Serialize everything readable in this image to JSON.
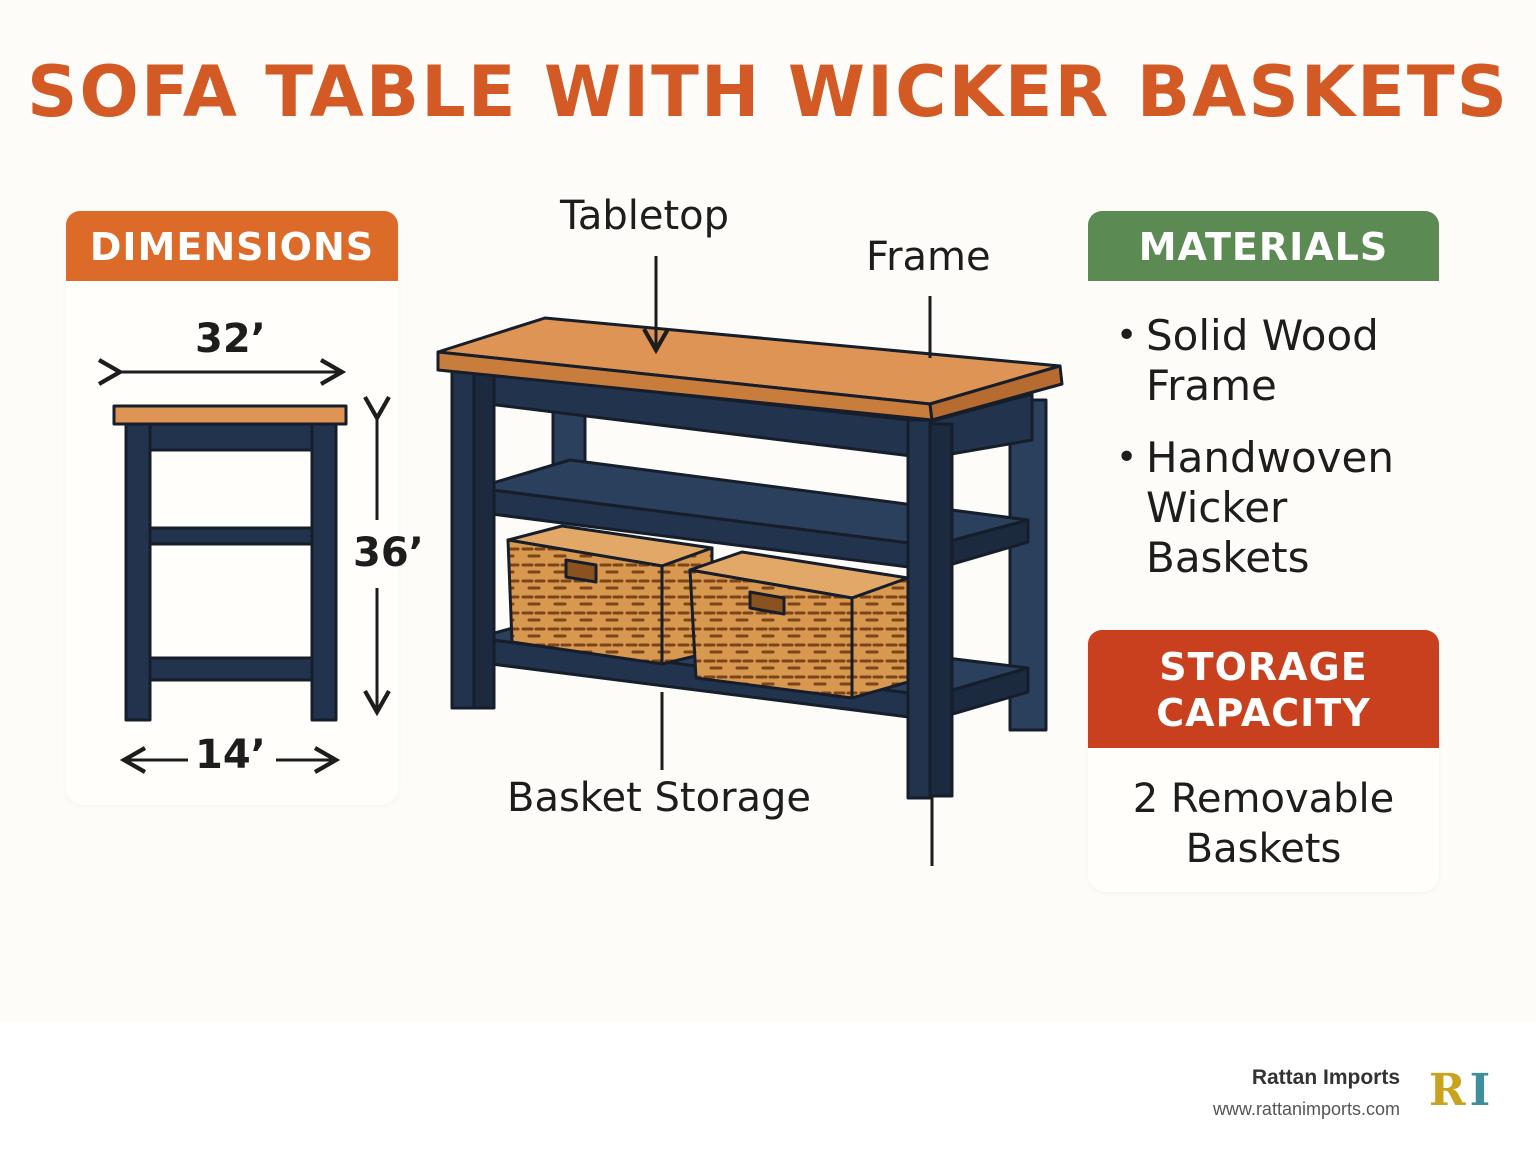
{
  "title": "SOFA TABLE WITH WICKER BASKETS",
  "dimensions": {
    "header": "DIMENSIONS",
    "width": "32’",
    "height": "36’",
    "depth": "14’"
  },
  "callouts": {
    "tabletop": "Tabletop",
    "frame": "Frame",
    "basket_storage": "Basket Storage"
  },
  "materials": {
    "header": "MATERIALS",
    "items": [
      [
        "Solid Wood",
        "Frame"
      ],
      [
        "Handwoven",
        "Wicker",
        "Baskets"
      ]
    ]
  },
  "storage": {
    "header": [
      "STORAGE",
      "CAPACITY"
    ],
    "lines": [
      "2 Removable",
      "Baskets"
    ]
  },
  "brand": {
    "name": "Rattan Imports",
    "url": "www.rattanimports.com",
    "logo_left": "R",
    "logo_right": "I"
  },
  "colors": {
    "title": "#d35a24",
    "dimensions": "#dc6a28",
    "materials": "#5b8a52",
    "storage": "#c8401e",
    "frame": "#22344d",
    "wood": "#dd9455",
    "wicker": "#d99850"
  }
}
